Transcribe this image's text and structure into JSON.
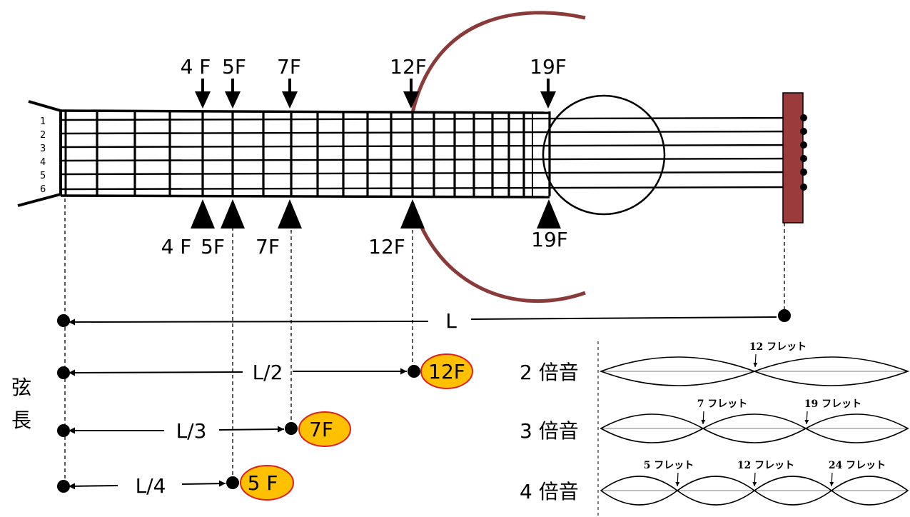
{
  "string_numbers": [
    "1",
    "2",
    "3",
    "4",
    "5",
    "6"
  ],
  "top_fret_labels": [
    "4 F",
    "5F",
    "7F",
    "12F",
    "19F"
  ],
  "bottom_fret_labels": [
    "4 F",
    "5F",
    "7F",
    "12F",
    "19F"
  ],
  "length": {
    "full": "L",
    "half": "L/2",
    "third": "L/3",
    "quarter": "L/4"
  },
  "vertical_label": [
    "弦",
    "長"
  ],
  "fret_badges": [
    "12F",
    "7F",
    "5 F"
  ],
  "harmonics": [
    {
      "label": "2 倍音",
      "positions": [
        "12 フレット"
      ]
    },
    {
      "label": "3 倍音",
      "positions": [
        "7 フレット",
        "19 フレット"
      ]
    },
    {
      "label": "4 倍音",
      "positions": [
        "5 フレット",
        "12 フレット",
        "24 フレット"
      ]
    }
  ],
  "colors": {
    "guitar_body": "#8B3A3A",
    "bridge": "#9B3B3B",
    "badge_fill": "#FFC000",
    "badge_stroke": "#E02020"
  }
}
